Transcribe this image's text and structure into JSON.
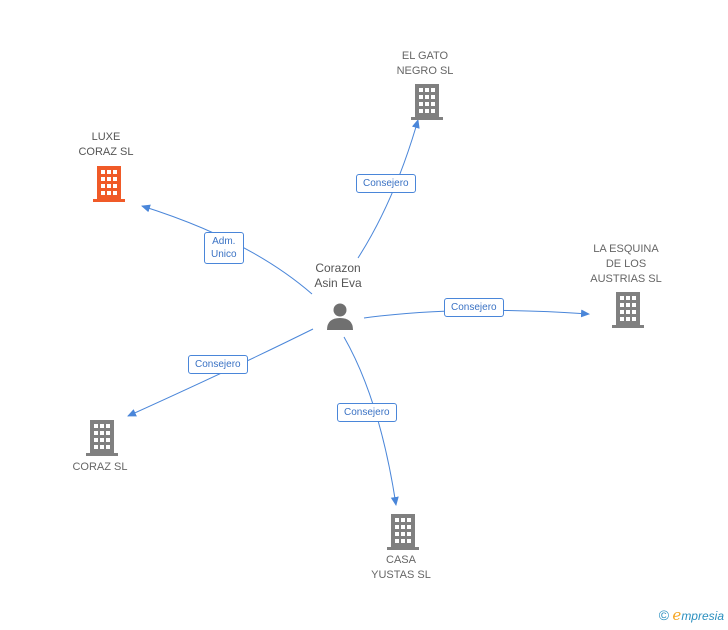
{
  "colors": {
    "edge": "#4a86d9",
    "building_default": "#808080",
    "building_highlight": "#f05a28",
    "person": "#707070"
  },
  "center": {
    "name": "Corazon\nAsin Eva",
    "icon": "person-icon"
  },
  "companies": [
    {
      "id": "luxe",
      "name": "LUXE\nCORAZ  SL",
      "icon": "building-icon",
      "highlight": true
    },
    {
      "id": "gato",
      "name": "EL GATO\nNEGRO SL",
      "icon": "building-icon",
      "highlight": false
    },
    {
      "id": "esquina",
      "name": "LA ESQUINA\nDE LOS\nAUSTRIAS SL",
      "icon": "building-icon",
      "highlight": false
    },
    {
      "id": "coraz",
      "name": "CORAZ SL",
      "icon": "building-icon",
      "highlight": false
    },
    {
      "id": "casa",
      "name": "CASA\nYUSTAS SL",
      "icon": "building-icon",
      "highlight": false
    }
  ],
  "relations": [
    {
      "to": "luxe",
      "label": "Adm.\nUnico"
    },
    {
      "to": "gato",
      "label": "Consejero"
    },
    {
      "to": "esquina",
      "label": "Consejero"
    },
    {
      "to": "coraz",
      "label": "Consejero"
    },
    {
      "to": "casa",
      "label": "Consejero"
    }
  ],
  "footer": {
    "copyright": "©",
    "brand_e": "e",
    "brand_rest": "mpresia"
  }
}
